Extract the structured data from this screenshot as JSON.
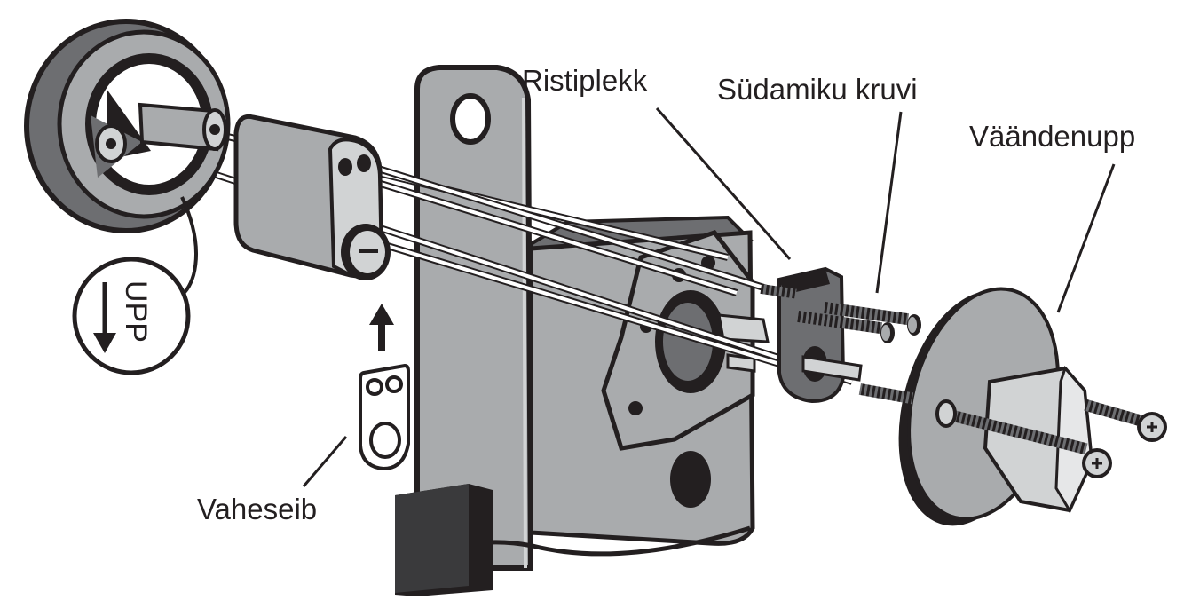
{
  "labels": {
    "ristiplekk": "Ristiplekk",
    "sudamiku_kruvi": "Südamiku kruvi",
    "vaandenupp": "Väändenupp",
    "vaheseib": "Vaheseib"
  },
  "orientation_badge": {
    "text": "UPP",
    "icon": "arrow-down-icon"
  },
  "colors": {
    "outline": "#231f20",
    "metal_mid": "#a9abad",
    "metal_light": "#d1d3d4",
    "metal_dark": "#6d6e71",
    "background": "#ffffff"
  }
}
